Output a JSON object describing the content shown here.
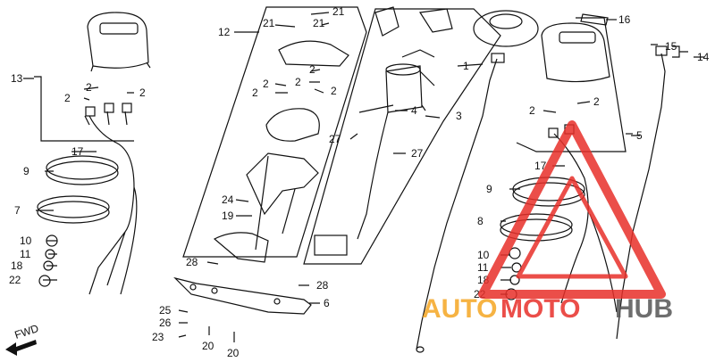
{
  "callouts": {
    "c1": "1",
    "c2": "2",
    "c3": "3",
    "c4": "4",
    "c5": "5",
    "c6": "6",
    "c7": "7",
    "c8": "8",
    "c9": "9",
    "c10": "10",
    "c11": "11",
    "c12": "12",
    "c13": "13",
    "c14": "14",
    "c15": "15",
    "c16": "16",
    "c17": "17",
    "c18": "18",
    "c19": "19",
    "c20": "20",
    "c21": "21",
    "c22": "22",
    "c23": "23",
    "c24": "24",
    "c25": "25",
    "c26": "26",
    "c27": "27",
    "c28": "28"
  },
  "direction_marker": "FWD",
  "watermark": {
    "auto": "AUTO",
    "moto": "MOTO",
    "hub": "HUB",
    "orange": "#f5a623",
    "red": "#e8302a"
  },
  "line_color": "#111111"
}
